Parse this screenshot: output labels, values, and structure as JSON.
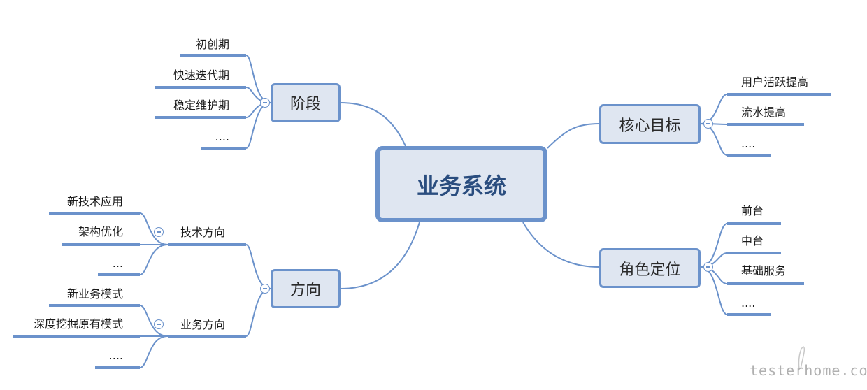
{
  "center": {
    "label": "业务系统"
  },
  "branches": {
    "stage": {
      "label": "阶段",
      "items": [
        "初创期",
        "快速迭代期",
        "稳定维护期",
        "...."
      ]
    },
    "direction": {
      "label": "方向",
      "tech": {
        "label": "技术方向",
        "items": [
          "新技术应用",
          "架构优化",
          "..."
        ]
      },
      "business": {
        "label": "业务方向",
        "items": [
          "新业务模式",
          "深度挖掘原有模式",
          "...."
        ]
      }
    },
    "core_goal": {
      "label": "核心目标",
      "items": [
        "用户活跃提高",
        "流水提高",
        "...."
      ]
    },
    "role": {
      "label": "角色定位",
      "items": [
        "前台",
        "中台",
        "基础服务",
        "...."
      ]
    }
  },
  "watermark": "testerhome.com",
  "colors": {
    "accent": "#6b92cb",
    "node_fill": "#dfe6f1",
    "center_text": "#2a4d7f"
  }
}
